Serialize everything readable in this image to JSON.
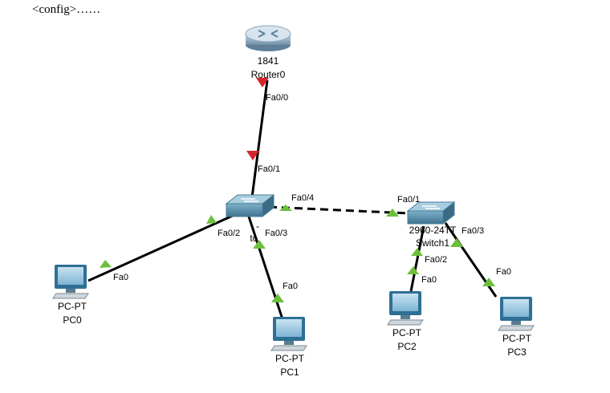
{
  "header": {
    "text": "<config>……"
  },
  "devices": {
    "router0": {
      "model": "1841",
      "name": "Router0"
    },
    "switch0": {
      "model": "-",
      "name": "tc"
    },
    "switch1": {
      "model": "2960-24TT",
      "name": "Switch1"
    },
    "pc0": {
      "model": "PC-PT",
      "name": "PC0"
    },
    "pc1": {
      "model": "PC-PT",
      "name": "PC1"
    },
    "pc2": {
      "model": "PC-PT",
      "name": "PC2"
    },
    "pc3": {
      "model": "PC-PT",
      "name": "PC3"
    }
  },
  "ports": {
    "router_fa00": "Fa0/0",
    "sw0_fa01": "Fa0/1",
    "sw0_fa04": "Fa0/4",
    "sw0_fa02": "Fa0/2",
    "sw0_fa03": "Fa0/3",
    "sw1_fa01": "Fa0/1",
    "sw1_fa03": "Fa0/3",
    "sw1_fa02": "Fa0/2",
    "pc0_fa0": "Fa0",
    "pc1_fa0": "Fa0",
    "pc2_fa0": "Fa0",
    "pc3_fa0": "Fa0"
  },
  "colors": {
    "link_up": "#6cbf3b",
    "link_down": "#d9232e",
    "cable": "#000000"
  }
}
